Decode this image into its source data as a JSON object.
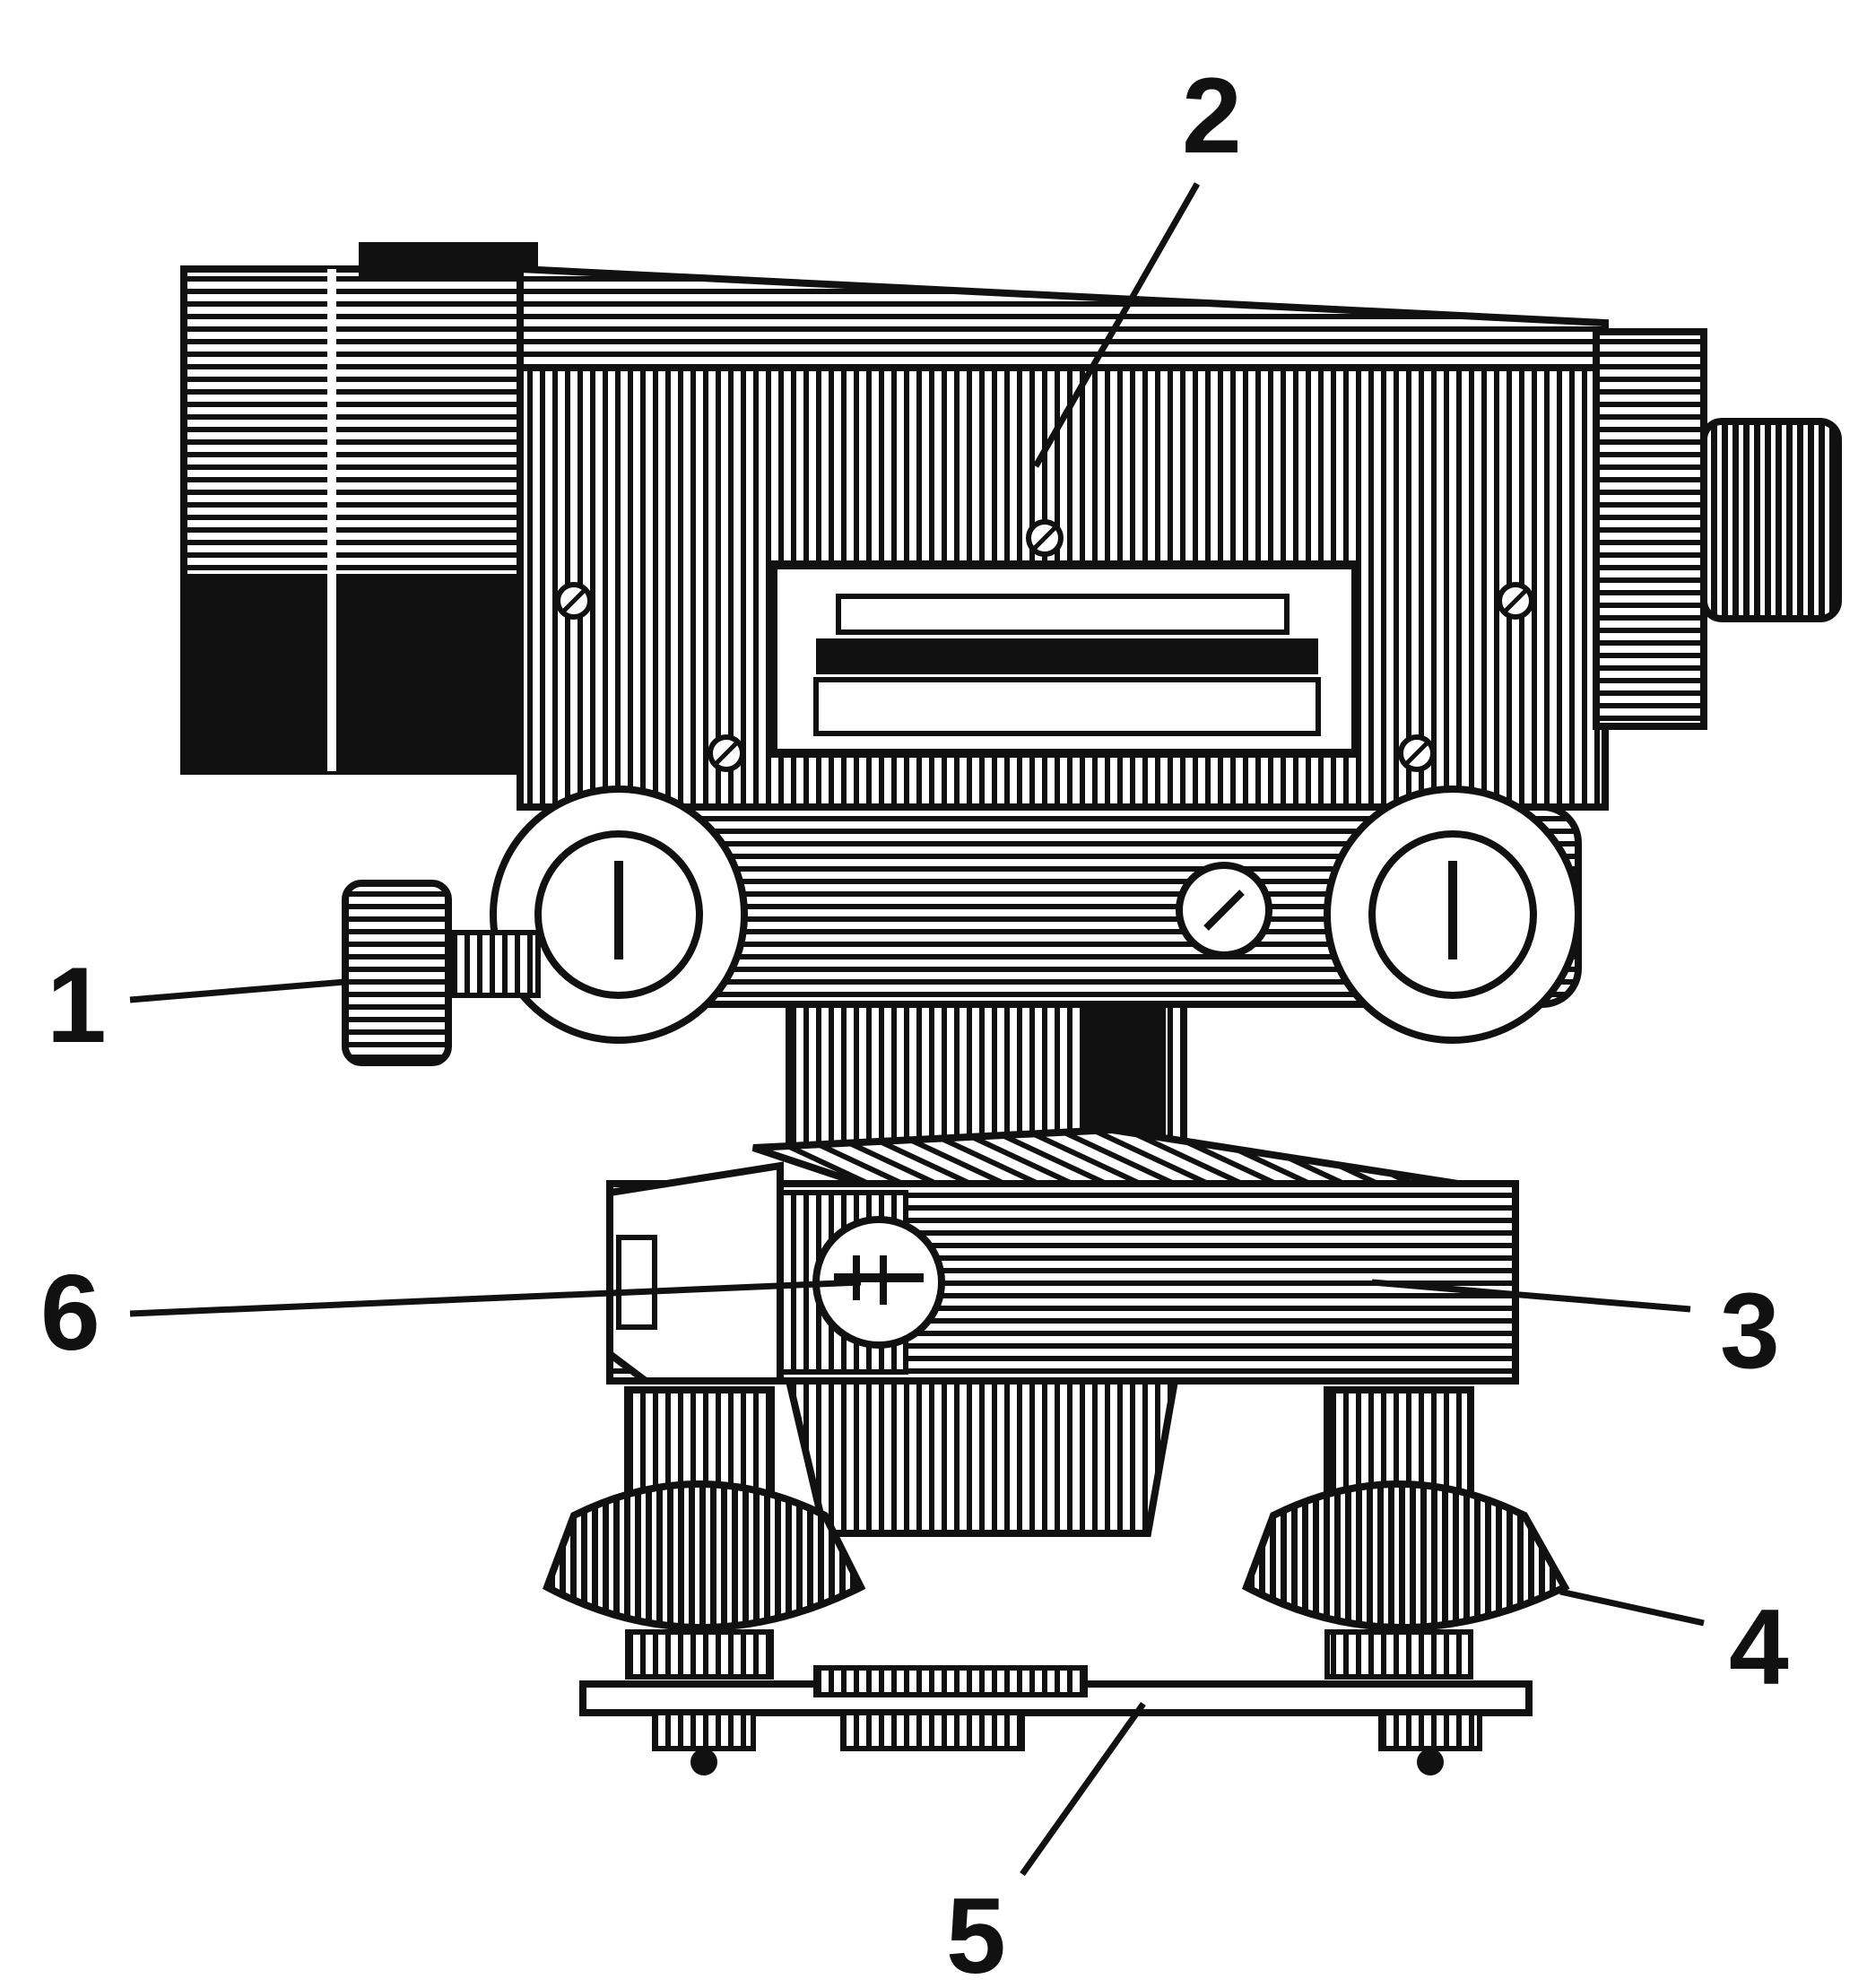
{
  "figure": {
    "callouts": [
      {
        "id": "1",
        "text": "1"
      },
      {
        "id": "2",
        "text": "2"
      },
      {
        "id": "3",
        "text": "3"
      },
      {
        "id": "4",
        "text": "4"
      },
      {
        "id": "5",
        "text": "5"
      },
      {
        "id": "6",
        "text": "6"
      }
    ]
  },
  "colors": {
    "ink": "#111111",
    "paper": "#ffffff"
  }
}
